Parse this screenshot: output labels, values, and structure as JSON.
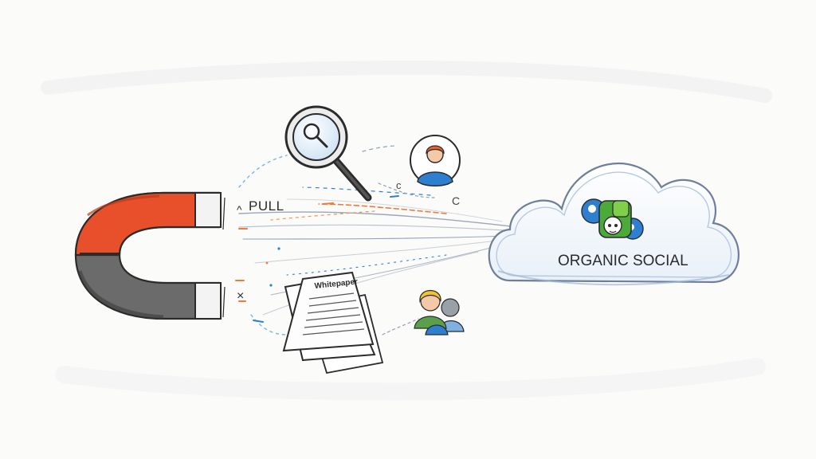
{
  "labels": {
    "pull": "PULL",
    "cloud": "ORGANIC SOCIAL",
    "whitepaper": "Whitepaper"
  },
  "marks": {
    "caret": "^",
    "x_mark": "×",
    "small_c_left": "c",
    "small_c_right": "C"
  },
  "icons": {
    "magnet": "magnet-icon",
    "magnifier": "magnifying-glass-icon",
    "person": "person-avatar-icon",
    "group": "people-group-icon",
    "document": "whitepaper-document-icon",
    "cloud": "cloud-icon",
    "social": "social-media-icons-cluster"
  },
  "colors": {
    "magnet_red": "#e8502b",
    "magnet_gray": "#6b6b6b",
    "magnet_dark": "#3a3a3a",
    "sketch_line": "#2b2b2b",
    "blue_accent": "#2f7fd0",
    "orange_accent": "#f07a3a",
    "green_social": "#4caa3a",
    "cloud_outline": "#6f7f98",
    "cloud_fill": "#f3f7fc"
  }
}
